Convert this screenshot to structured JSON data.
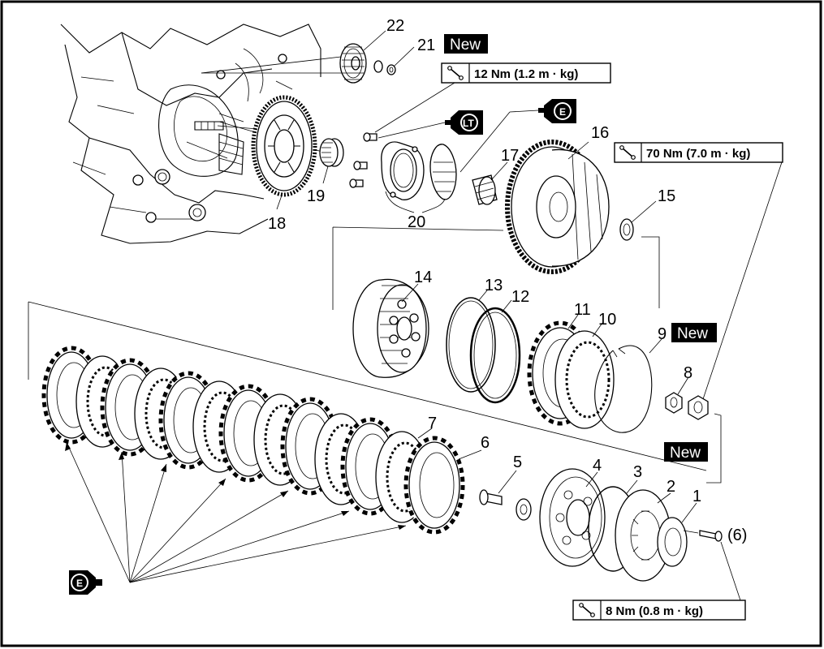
{
  "diagram": {
    "part_numbers": [
      "1",
      "2",
      "3",
      "4",
      "5",
      "6",
      "7",
      "8",
      "9",
      "10",
      "11",
      "12",
      "13",
      "14",
      "15",
      "16",
      "17",
      "18",
      "19",
      "20",
      "21",
      "22"
    ],
    "bolt_quantity": "(6)",
    "new_label": "New",
    "torques": {
      "t12": "12 Nm (1.2 m · kg)",
      "t70": "70 Nm (7.0 m · kg)",
      "t8": "8 Nm (0.8 m · kg)"
    },
    "lubricant_badges": {
      "locktite": "LT",
      "engine_oil": "E"
    }
  }
}
